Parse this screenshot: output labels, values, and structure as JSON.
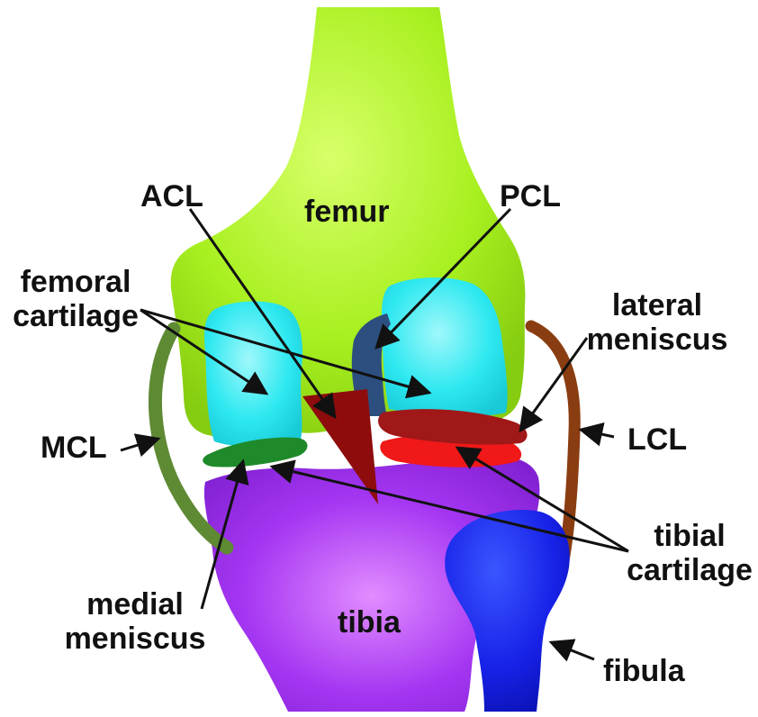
{
  "labels": {
    "acl": "ACL",
    "femur": "femur",
    "pcl": "PCL",
    "femoral_cartilage": [
      "femoral",
      "cartilage"
    ],
    "lateral_meniscus": [
      "lateral",
      "meniscus"
    ],
    "mcl": "MCL",
    "lcl": "LCL",
    "tibial_cartilage": [
      "tibial",
      "cartilage"
    ],
    "medial_meniscus": [
      "medial",
      "meniscus"
    ],
    "tibia": "tibia",
    "fibula": "fibula"
  },
  "colors": {
    "femur": "#a8f020",
    "femoral_cartilage": "#2de8f0",
    "tibia": "#9a2cf0",
    "fibula": "#1822e8",
    "acl": "#8e0c0c",
    "pcl": "#2c4f80",
    "mcl": "#5f8a34",
    "lcl": "#8a3d10",
    "medial_meniscus": "#1f8a2a",
    "lateral_meniscus": "#a01818",
    "tibial_cartilage": "#f01818",
    "label_text": "#111111"
  }
}
